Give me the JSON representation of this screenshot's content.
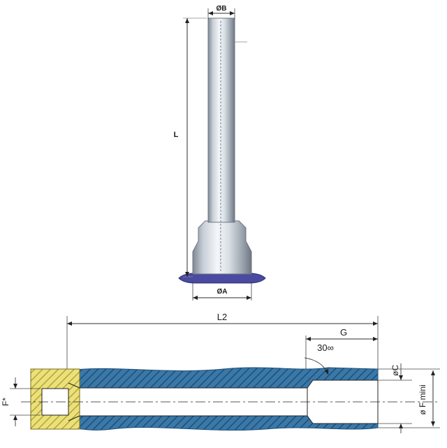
{
  "top_figure": {
    "label_diameter_b": "ØB",
    "label_length": "L",
    "label_diameter_a": "ØA"
  },
  "bottom_figure": {
    "label_overall_length": "L2",
    "label_bore_depth": "G",
    "label_angle": "30∞",
    "label_diameter_c": "øC",
    "label_f_star": "F*",
    "label_f_mini": "ø F mini"
  },
  "colors": {
    "sleeve_blue": "#3a78a8",
    "hatch_dark": "#1e4f78",
    "head_yellow": "#e8d86a",
    "base_purple": "#4a4aa0",
    "steel_light": "#e8ecf0",
    "steel_dark": "#8a94a0"
  }
}
